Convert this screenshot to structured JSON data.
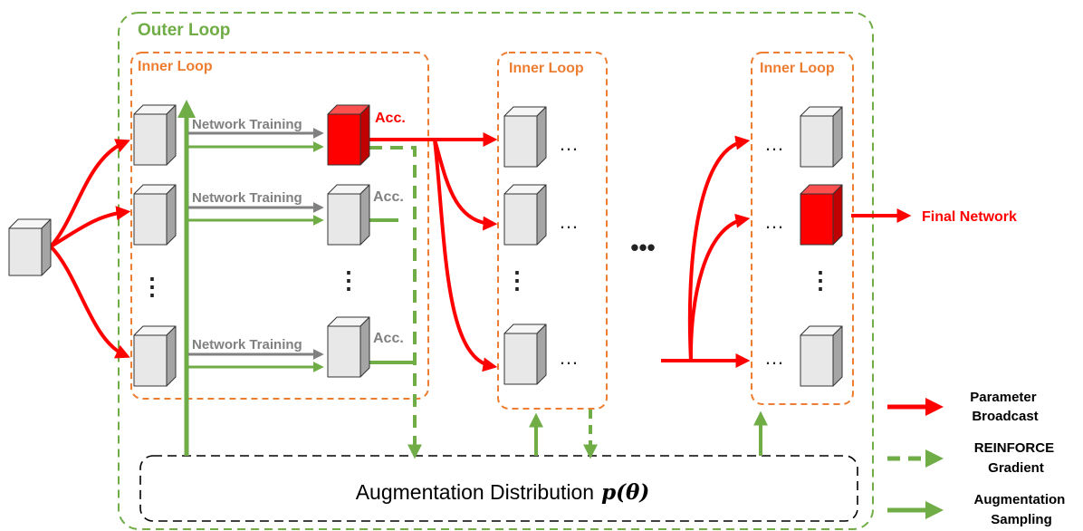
{
  "outer_loop": {
    "label": "Outer Loop"
  },
  "inner_loops": [
    {
      "label": "Inner Loop"
    },
    {
      "label": "Inner Loop"
    },
    {
      "label": "Inner Loop"
    }
  ],
  "training_rows": [
    {
      "label": "Network Training",
      "acc": "Acc."
    },
    {
      "label": "Network Training",
      "acc": "Acc."
    },
    {
      "label": "Network Training",
      "acc": "Acc."
    }
  ],
  "ellipsis": {
    "vertical": "⋮",
    "horizontal": "…",
    "between_loops": "•••"
  },
  "final_network": {
    "label": "Final Network"
  },
  "augmentation_distribution": {
    "text": "Augmentation Distribution",
    "math": "p(θ)"
  },
  "legend": [
    {
      "line1": "Parameter",
      "line2": "Broadcast",
      "style": "solid",
      "color": "#ff0000"
    },
    {
      "line1": "REINFORCE",
      "line2": "Gradient",
      "style": "dashed",
      "color": "#70ad47"
    },
    {
      "line1": "Augmentation",
      "line2": "Sampling",
      "style": "solid",
      "color": "#70ad47"
    }
  ],
  "colors": {
    "red": "#ff0000",
    "green": "#70ad47",
    "orange": "#ed7d31",
    "gray_arrow": "#808080",
    "box_front": "#e8e8e8",
    "box_top": "#f6f6f6",
    "box_side": "#a5a5a5",
    "red_front": "#ff0000",
    "red_top": "#ff5050",
    "red_side": "#c00000"
  }
}
